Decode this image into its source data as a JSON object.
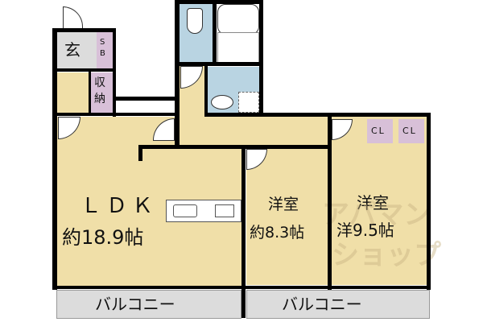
{
  "floor_plan": {
    "layout_type": "3LDK-style apartment floor plan",
    "colors": {
      "living_rooms": "#f0dfa8",
      "wet_areas": "#b9d4e2",
      "storage": "#d8c0d8",
      "entrance_balcony": "#dcdcdc",
      "walls": "#000000"
    },
    "rooms": {
      "entrance": {
        "label": "玄"
      },
      "shoe_box": {
        "label": "SB"
      },
      "storage": {
        "label": "収納"
      },
      "ldk": {
        "label": "ＬＤＫ",
        "size": "約18.9帖"
      },
      "western_room_1": {
        "label": "洋室",
        "size": "約8.3帖"
      },
      "western_room_2": {
        "label": "洋室",
        "size": "洋9.5帖"
      },
      "closet_1": {
        "label": "CL"
      },
      "closet_2": {
        "label": "CL"
      },
      "balcony_1": {
        "label": "バルコニー"
      },
      "balcony_2": {
        "label": "バルコニー"
      }
    },
    "watermark": {
      "line1": "アパマン",
      "line2": "ショップ"
    }
  }
}
